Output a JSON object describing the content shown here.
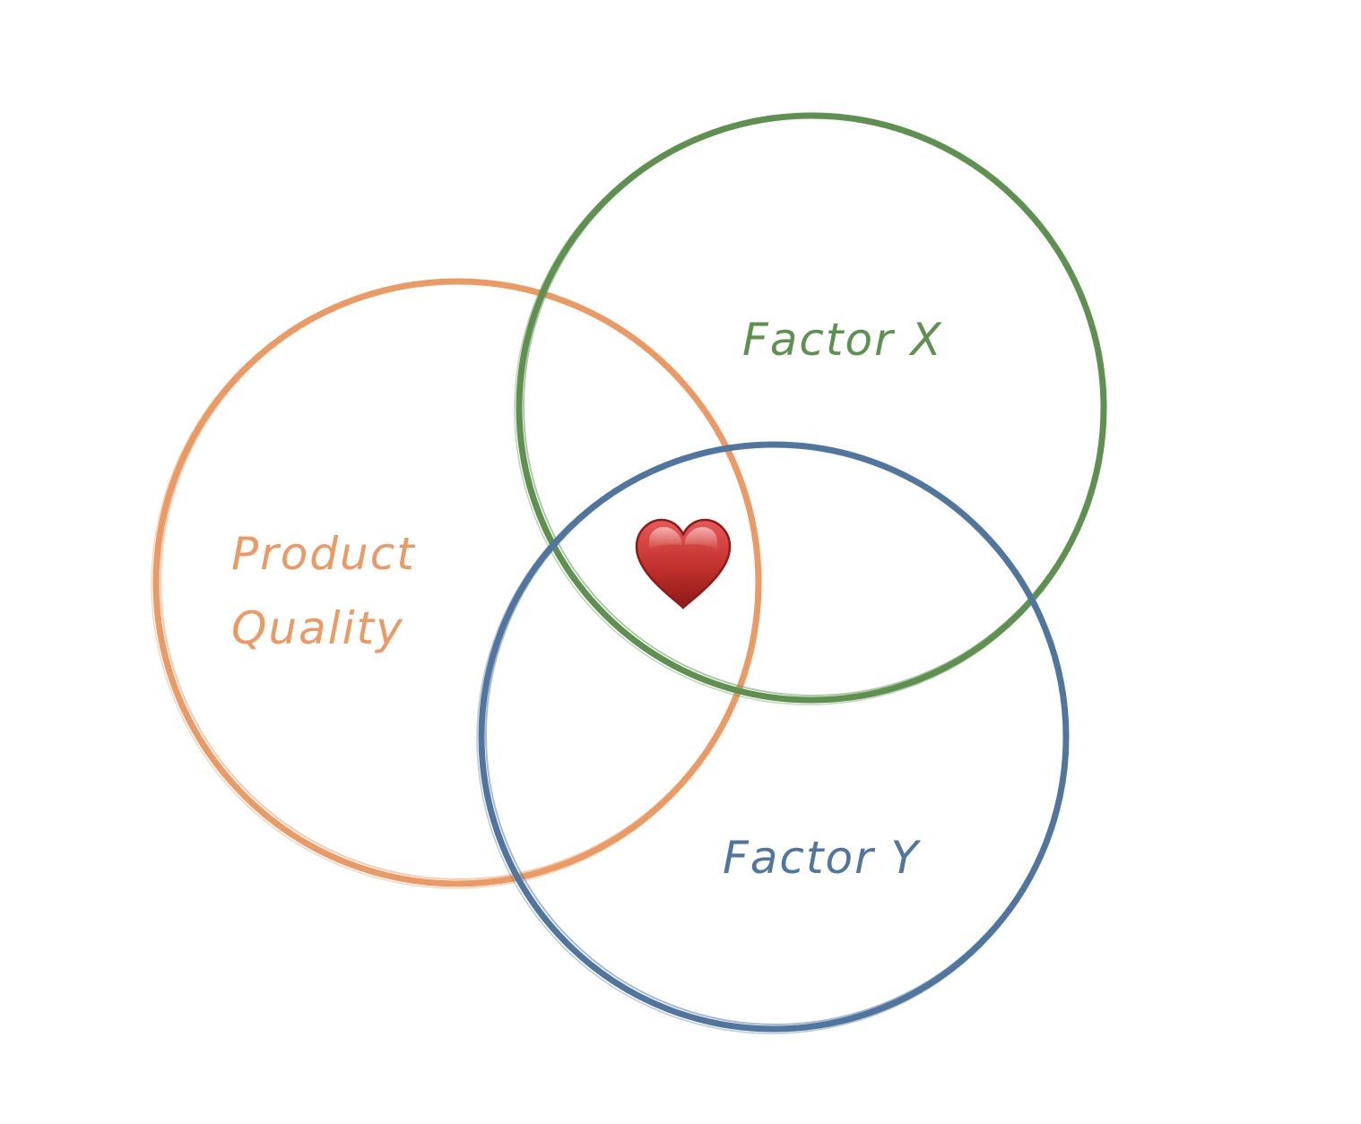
{
  "diagram": {
    "type": "venn",
    "sets": [
      {
        "key": "product-quality",
        "label_lines": [
          "Product",
          "Quality"
        ],
        "color": "#ec9a64"
      },
      {
        "key": "factor-x",
        "label_lines": [
          "Factor X"
        ],
        "color": "#5e9150"
      },
      {
        "key": "factor-y",
        "label_lines": [
          "Factor Y"
        ],
        "color": "#50769f"
      }
    ],
    "center_marker": {
      "icon": "heart-icon",
      "color": "#c0302c"
    }
  }
}
